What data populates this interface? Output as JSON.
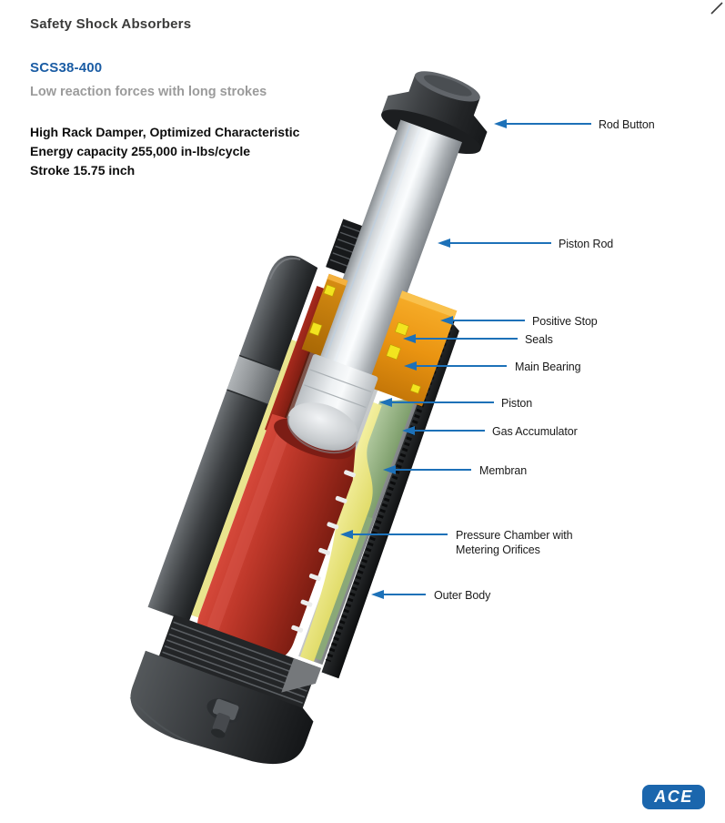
{
  "header": {
    "title": "Safety Shock Absorbers"
  },
  "product": {
    "model": "SCS38-400",
    "tagline": "Low reaction forces with long strokes",
    "specs": [
      "High Rack Damper, Optimized Characteristic",
      "Energy capacity 255,000 in-lbs/cycle",
      "Stroke 15.75 inch"
    ]
  },
  "callouts": [
    {
      "id": "rod-button",
      "label": "Rod Button"
    },
    {
      "id": "piston-rod",
      "label": "Piston Rod"
    },
    {
      "id": "positive-stop",
      "label": "Positive Stop"
    },
    {
      "id": "seals",
      "label": "Seals"
    },
    {
      "id": "main-bearing",
      "label": "Main Bearing"
    },
    {
      "id": "piston",
      "label": "Piston"
    },
    {
      "id": "gas-accumulator",
      "label": "Gas Accumulator"
    },
    {
      "id": "membran",
      "label": "Membran"
    },
    {
      "id": "pressure-chamber",
      "label": "Pressure Chamber with\nMetering Orifices"
    },
    {
      "id": "outer-body",
      "label": "Outer Body"
    }
  ],
  "logo": {
    "text": "ACE"
  },
  "colors": {
    "model_blue": "#1a5ca4",
    "tagline_gray": "#9b9b9b",
    "heading_gray": "#3b3b3a",
    "arrow_blue": "#1d71b8",
    "logo_blue": "#1b66ad",
    "bearing_orange": "#ef9414",
    "seal_yellow": "#f2e41f",
    "chamber_red": "#c0392b",
    "membrane_yellow": "#eae47e",
    "gas_green": "#9dbb8e",
    "body_dark": "#2e3133"
  }
}
